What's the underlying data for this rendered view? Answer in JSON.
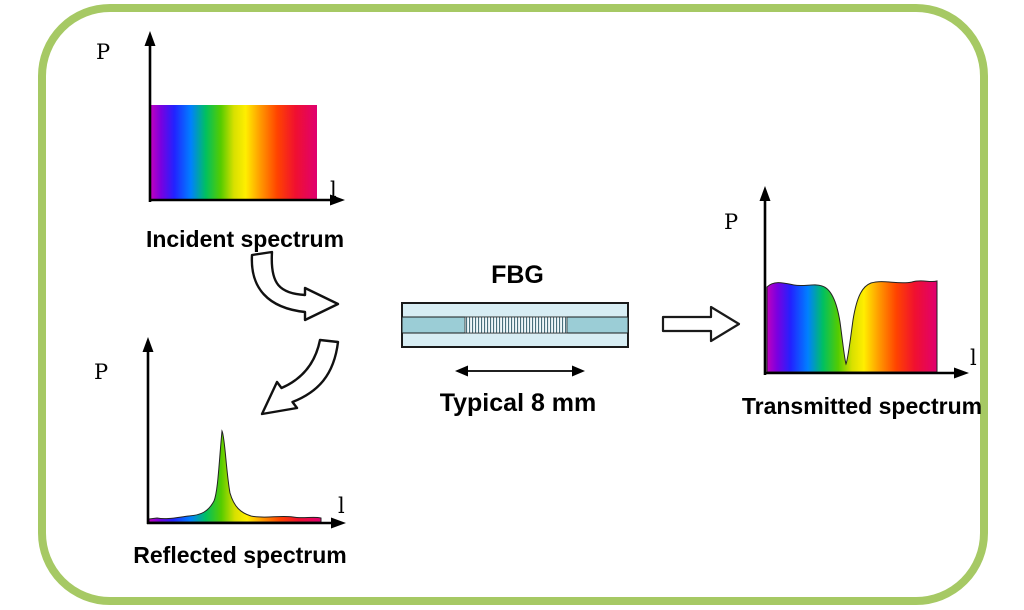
{
  "colors": {
    "frame_border": "#a6c964",
    "fiber_body": "#d7edf3",
    "fiber_core": "#9bcdd6",
    "spectrum_gradient": [
      "#bf00bf",
      "#7a00e0",
      "#2222ff",
      "#0080ff",
      "#00c060",
      "#55cc00",
      "#d8e000",
      "#ffee00",
      "#ff9900",
      "#ff4400",
      "#f01030",
      "#e00070"
    ]
  },
  "incident": {
    "title": "Incident spectrum",
    "y_label": "P",
    "x_label": "l"
  },
  "reflected": {
    "title": "Reflected spectrum",
    "y_label": "P",
    "x_label": "l"
  },
  "transmitted": {
    "title": "Transmitted spectrum",
    "y_label": "P",
    "x_label": "l"
  },
  "fbg": {
    "title": "FBG",
    "length_label": "Typical 8 mm"
  }
}
